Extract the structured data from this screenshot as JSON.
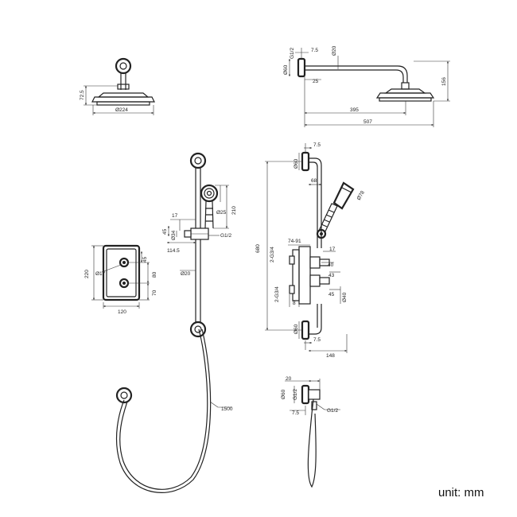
{
  "unit_label": "unit: mm",
  "head_front": {
    "height": "72.5",
    "diameter": "Ø224"
  },
  "head_side": {
    "conn": "G1/2",
    "offset": "7.5",
    "pipe": "Ø20",
    "flange": "Ø60",
    "wall": "25",
    "reach": "395",
    "total": "507",
    "height": "156"
  },
  "rail": {
    "handset": "Ø25",
    "handle_len": "210",
    "bracket": "17",
    "h45": "45",
    "d34": "Ø34",
    "outlet": "G1/2",
    "depth": "114.5",
    "pipe": "Ø20",
    "hose": "1500"
  },
  "valve_front": {
    "height": "220",
    "knob": "Ø17",
    "spacing": "45",
    "d80": "80",
    "d70": "70",
    "width": "120"
  },
  "side_view": {
    "top_offset": "7.5",
    "flange_top": "Ø60",
    "arm": "68",
    "handset": "Ø78",
    "height": "680",
    "inlet_top": "2-G3/4",
    "range": "74-91",
    "d17": "17",
    "d40": "40",
    "d43": "43",
    "d45": "45",
    "d8": "8",
    "body": "Ø40",
    "inlet_bottom": "2-G3/4",
    "flange_bottom": "Ø60",
    "bottom_offset": "7.5",
    "depth": "148"
  },
  "outlet_view": {
    "d20": "20",
    "flange": "Ø60",
    "conn": "G1/2",
    "offset": "7.5",
    "outlet": "G1/2"
  }
}
